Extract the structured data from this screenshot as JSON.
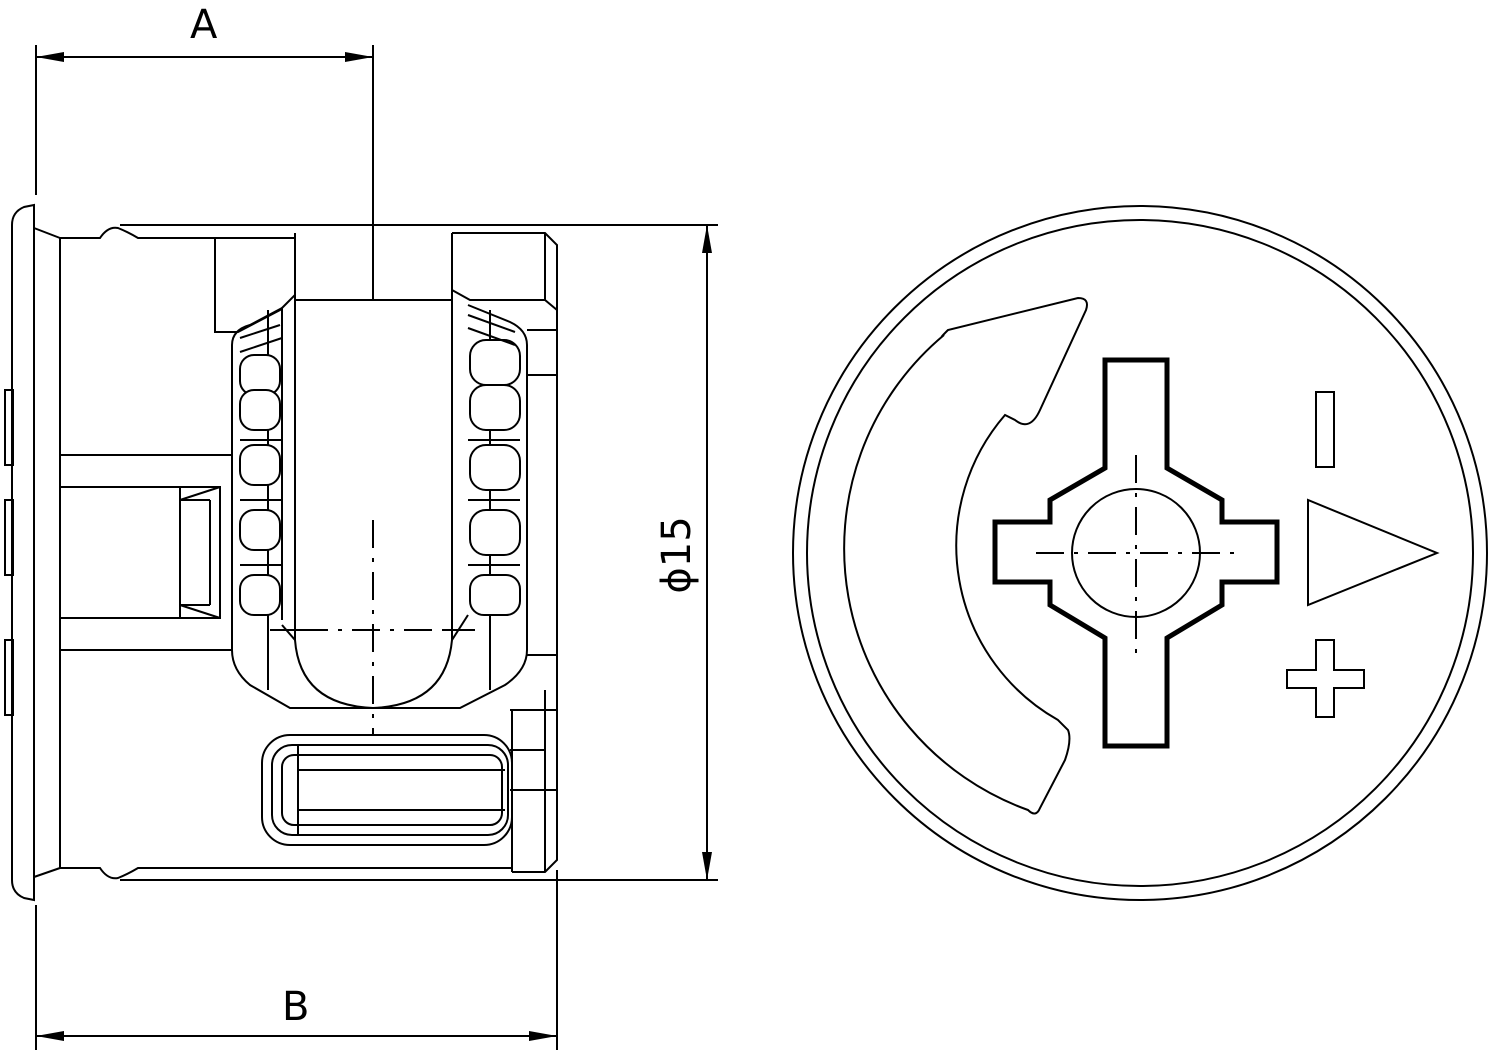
{
  "dimensions": {
    "a_label": "A",
    "b_label": "B",
    "diameter_label": "ϕ15"
  },
  "cam_face": {
    "minus_symbol": "minus-symbol",
    "plus_symbol": "plus-symbol",
    "direction_arrow": "rotation-arrow"
  },
  "colors": {
    "line": "#000000",
    "background": "#ffffff"
  }
}
